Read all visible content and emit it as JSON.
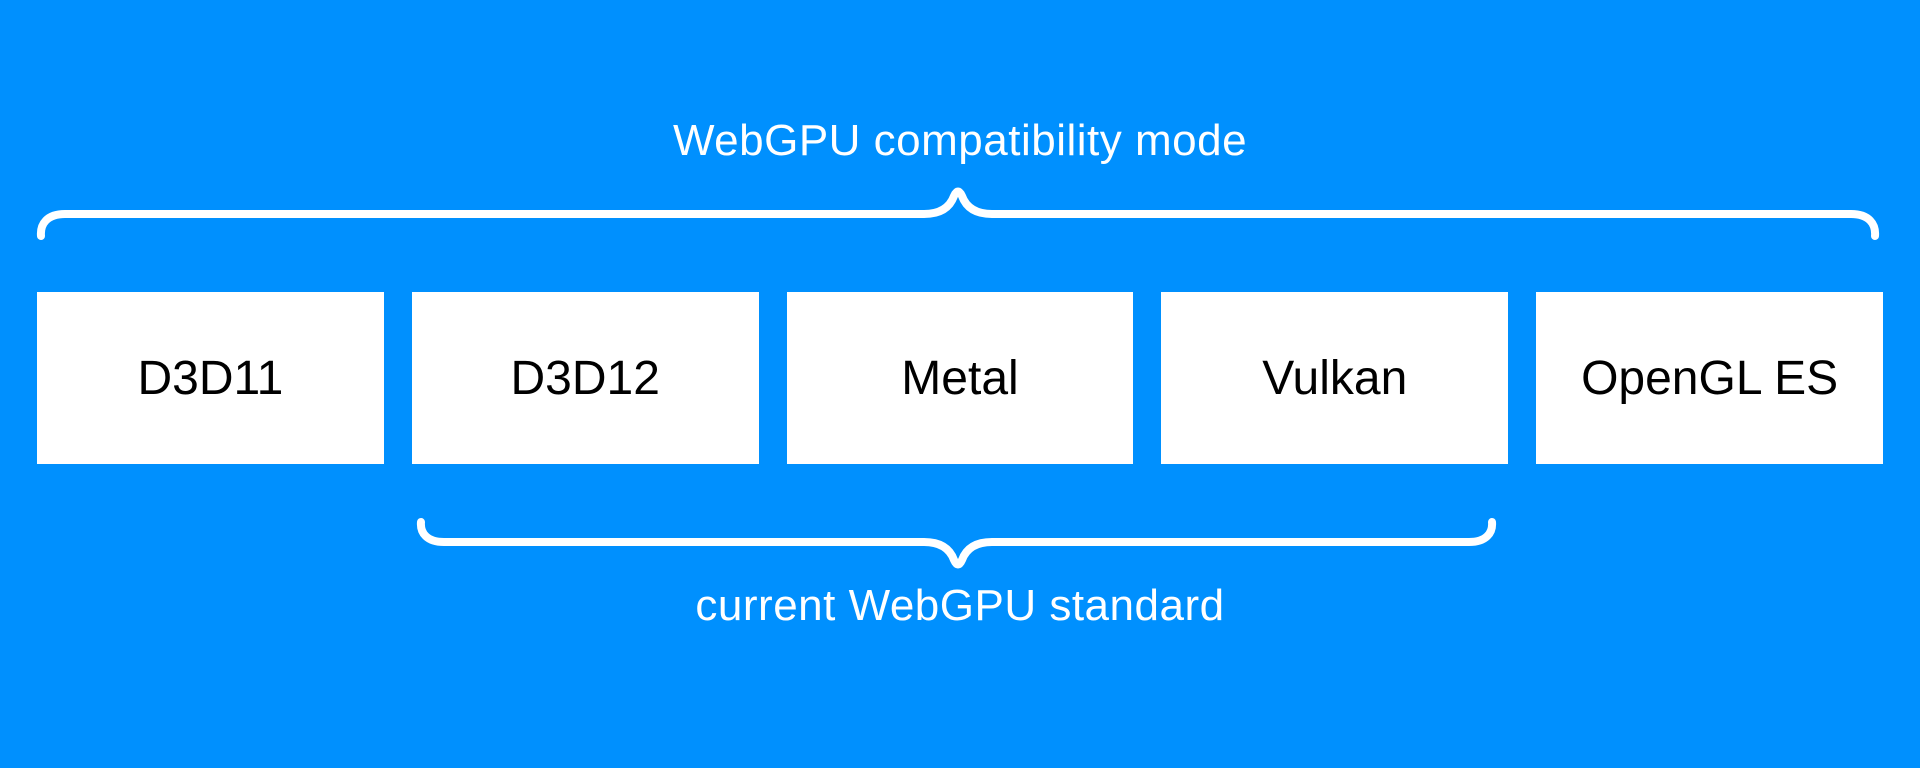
{
  "diagram": {
    "title": "WebGPU compatibility mode",
    "bottom_label": "current WebGPU standard"
  },
  "boxes": [
    {
      "label": "D3D11"
    },
    {
      "label": "D3D12"
    },
    {
      "label": "Metal"
    },
    {
      "label": "Vulkan"
    },
    {
      "label": "OpenGL ES"
    }
  ],
  "colors": {
    "background": "#0090fe",
    "box_fill": "#ffffff",
    "box_text": "#000000",
    "brace_stroke": "#ffffff",
    "label_text": "#ffffff"
  }
}
